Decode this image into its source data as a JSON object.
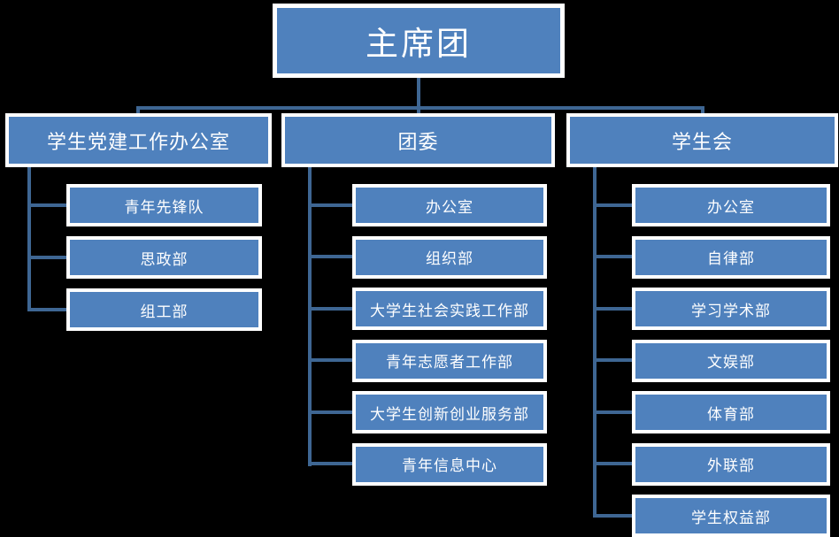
{
  "colors": {
    "background": "#000000",
    "node_fill": "#4F81BD",
    "node_border": "#FFFFFF",
    "connector": "#3E6693",
    "text": "#FFFFFF"
  },
  "org_chart": {
    "type": "org-chart",
    "root": {
      "label": "主席团"
    },
    "branches": [
      {
        "label": "学生党建工作办公室",
        "children": [
          "青年先锋队",
          "思政部",
          "组工部"
        ]
      },
      {
        "label": "团委",
        "children": [
          "办公室",
          "组织部",
          "大学生社会实践工作部",
          "青年志愿者工作部",
          "大学生创新创业服务部",
          "青年信息中心"
        ]
      },
      {
        "label": "学生会",
        "children": [
          "办公室",
          "自律部",
          "学习学术部",
          "文娱部",
          "体育部",
          "外联部",
          "学生权益部"
        ]
      }
    ]
  }
}
